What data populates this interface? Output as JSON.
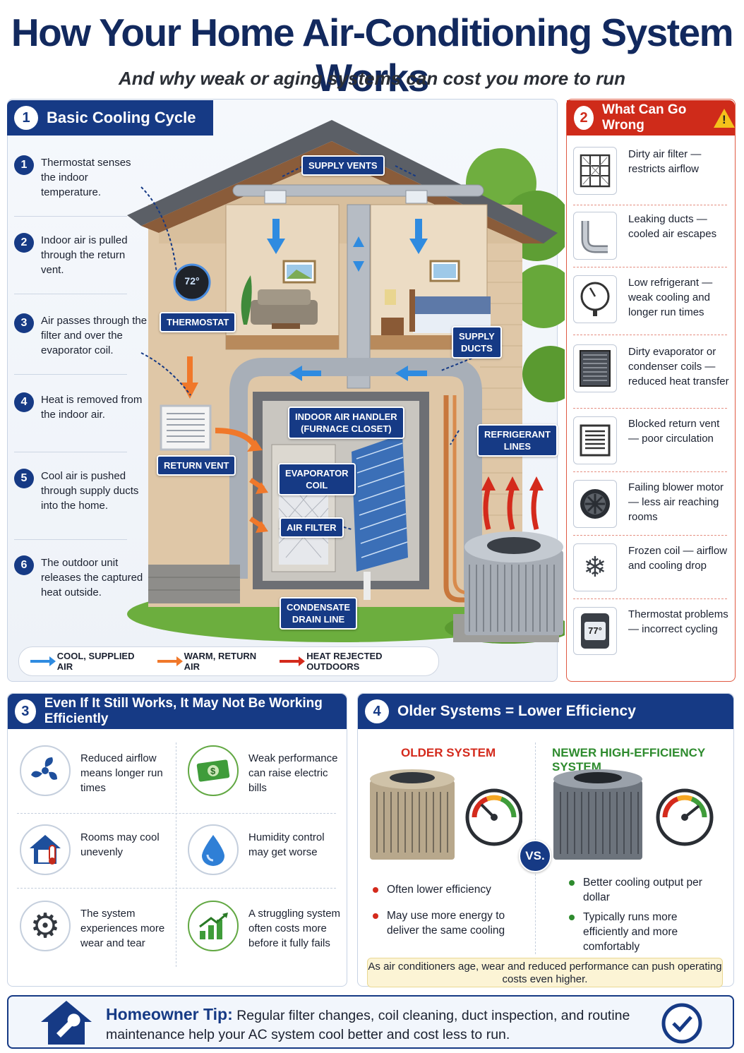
{
  "title": "How Your Home Air-Conditioning System Works",
  "subtitle": "And why weak or aging systems can cost you more to run",
  "section1": {
    "number": "1",
    "title": "Basic Cooling Cycle",
    "steps": [
      {
        "num": "1",
        "text": "Thermostat senses the indoor temperature."
      },
      {
        "num": "2",
        "text": "Indoor air is pulled through the return vent."
      },
      {
        "num": "3",
        "text": "Air passes through the filter and over the evaporator coil."
      },
      {
        "num": "4",
        "text": "Heat is removed from the indoor air."
      },
      {
        "num": "5",
        "text": "Cool air is pushed through supply ducts into the home."
      },
      {
        "num": "6",
        "text": "The outdoor unit releases the captured heat outside."
      }
    ],
    "labels": {
      "supply_vents": "SUPPLY VENTS",
      "thermostat": "THERMOSTAT",
      "thermostat_display": "72°",
      "supply_ducts_1": "SUPPLY",
      "supply_ducts_2": "DUCTS",
      "return_vent": "RETURN VENT",
      "air_handler_1": "INDOOR AIR HANDLER",
      "air_handler_2": "(FURNACE CLOSET)",
      "evaporator_1": "EVAPORATOR",
      "evaporator_2": "COIL",
      "air_filter": "AIR FILTER",
      "refrigerant_1": "REFRIGERANT",
      "refrigerant_2": "LINES",
      "condensate_1": "CONDENSATE",
      "condensate_2": "DRAIN LINE"
    },
    "legend": [
      {
        "label": "COOL, SUPPLIED AIR",
        "color": "#2f8be0"
      },
      {
        "label": "WARM, RETURN AIR",
        "color": "#f0782a"
      },
      {
        "label": "HEAT REJECTED OUTDOORS",
        "color": "#d42a1c"
      }
    ]
  },
  "section2": {
    "number": "2",
    "title": "What Can Go Wrong",
    "items": [
      {
        "icon": "air-filter-icon",
        "text": "Dirty air filter — restricts airflow"
      },
      {
        "icon": "leaking-duct-icon",
        "text": "Leaking ducts — cooled air escapes"
      },
      {
        "icon": "pressure-gauge-icon",
        "text": "Low refrigerant — weak cooling and longer run times"
      },
      {
        "icon": "dirty-coil-icon",
        "text": "Dirty evaporator or condenser coils — reduced heat transfer"
      },
      {
        "icon": "return-vent-icon",
        "text": "Blocked return vent — poor circulation"
      },
      {
        "icon": "blower-motor-icon",
        "text": "Failing blower motor — less air reaching rooms"
      },
      {
        "icon": "snowflake-icon",
        "text": "Frozen coil — airflow and cooling drop"
      },
      {
        "icon": "thermostat-icon",
        "text": "Thermostat problems — incorrect cycling",
        "display": "77°"
      }
    ]
  },
  "section3": {
    "number": "3",
    "title": "Even If It Still Works, It May Not Be Working Efficiently",
    "items": [
      {
        "icon": "fan-icon",
        "text": "Reduced airflow means longer run times"
      },
      {
        "icon": "money-icon",
        "text": "Weak performance can raise electric bills"
      },
      {
        "icon": "house-thermometer-icon",
        "text": "Rooms may cool unevenly"
      },
      {
        "icon": "water-drop-icon",
        "text": "Humidity control may get worse"
      },
      {
        "icon": "gear-icon",
        "text": "The system experiences more wear and tear"
      },
      {
        "icon": "rising-chart-icon",
        "text": "A struggling system often costs more before it fully fails"
      }
    ]
  },
  "section4": {
    "number": "4",
    "title": "Older Systems = Lower Efficiency",
    "older_title": "OLDER SYSTEM",
    "newer_title": "NEWER HIGH-EFFICIENCY SYSTEM",
    "vs": "VS.",
    "older_points": [
      "Often lower efficiency",
      "May use more energy to deliver the same cooling"
    ],
    "newer_points": [
      "Better cooling output per dollar",
      "Typically runs more efficiently and more comfortably"
    ],
    "note": "As air conditioners age, wear and reduced performance can push operating costs even higher.",
    "colors": {
      "older": "#d42a1c",
      "newer": "#2e8b2e"
    }
  },
  "tip": {
    "label": "Homeowner Tip:",
    "text": "Regular filter changes, coil cleaning, duct inspection, and routine maintenance help your AC system cool better and cost less to run."
  }
}
